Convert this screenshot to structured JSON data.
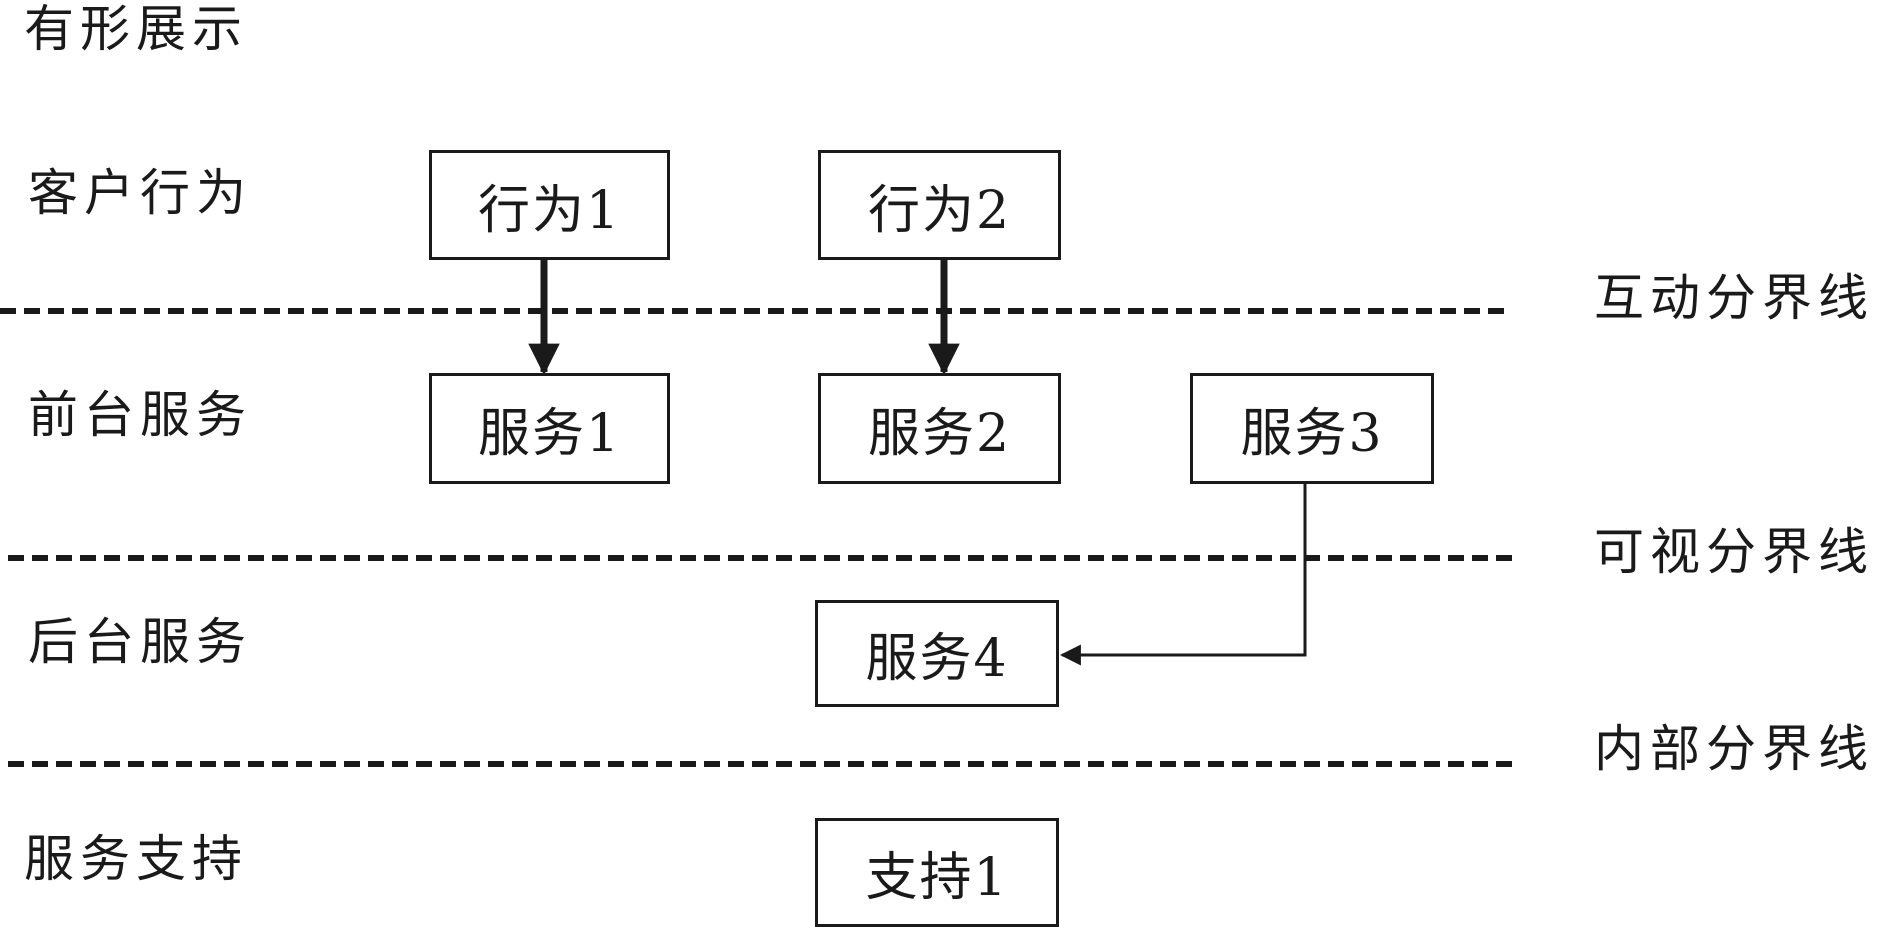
{
  "rows": {
    "tangible": "有形展示",
    "customer": "客户行为",
    "front": "前台服务",
    "back": "后台服务",
    "support": "服务支持"
  },
  "lines": {
    "interaction": "互动分界线",
    "visibility": "可视分界线",
    "internal": "内部分界线"
  },
  "boxes": {
    "action1": "行为1",
    "action2": "行为2",
    "service1": "服务1",
    "service2": "服务2",
    "service3": "服务3",
    "service4": "服务4",
    "support1": "支持1"
  },
  "colors": {
    "stroke": "#1a1a1a",
    "background": "#ffffff"
  }
}
